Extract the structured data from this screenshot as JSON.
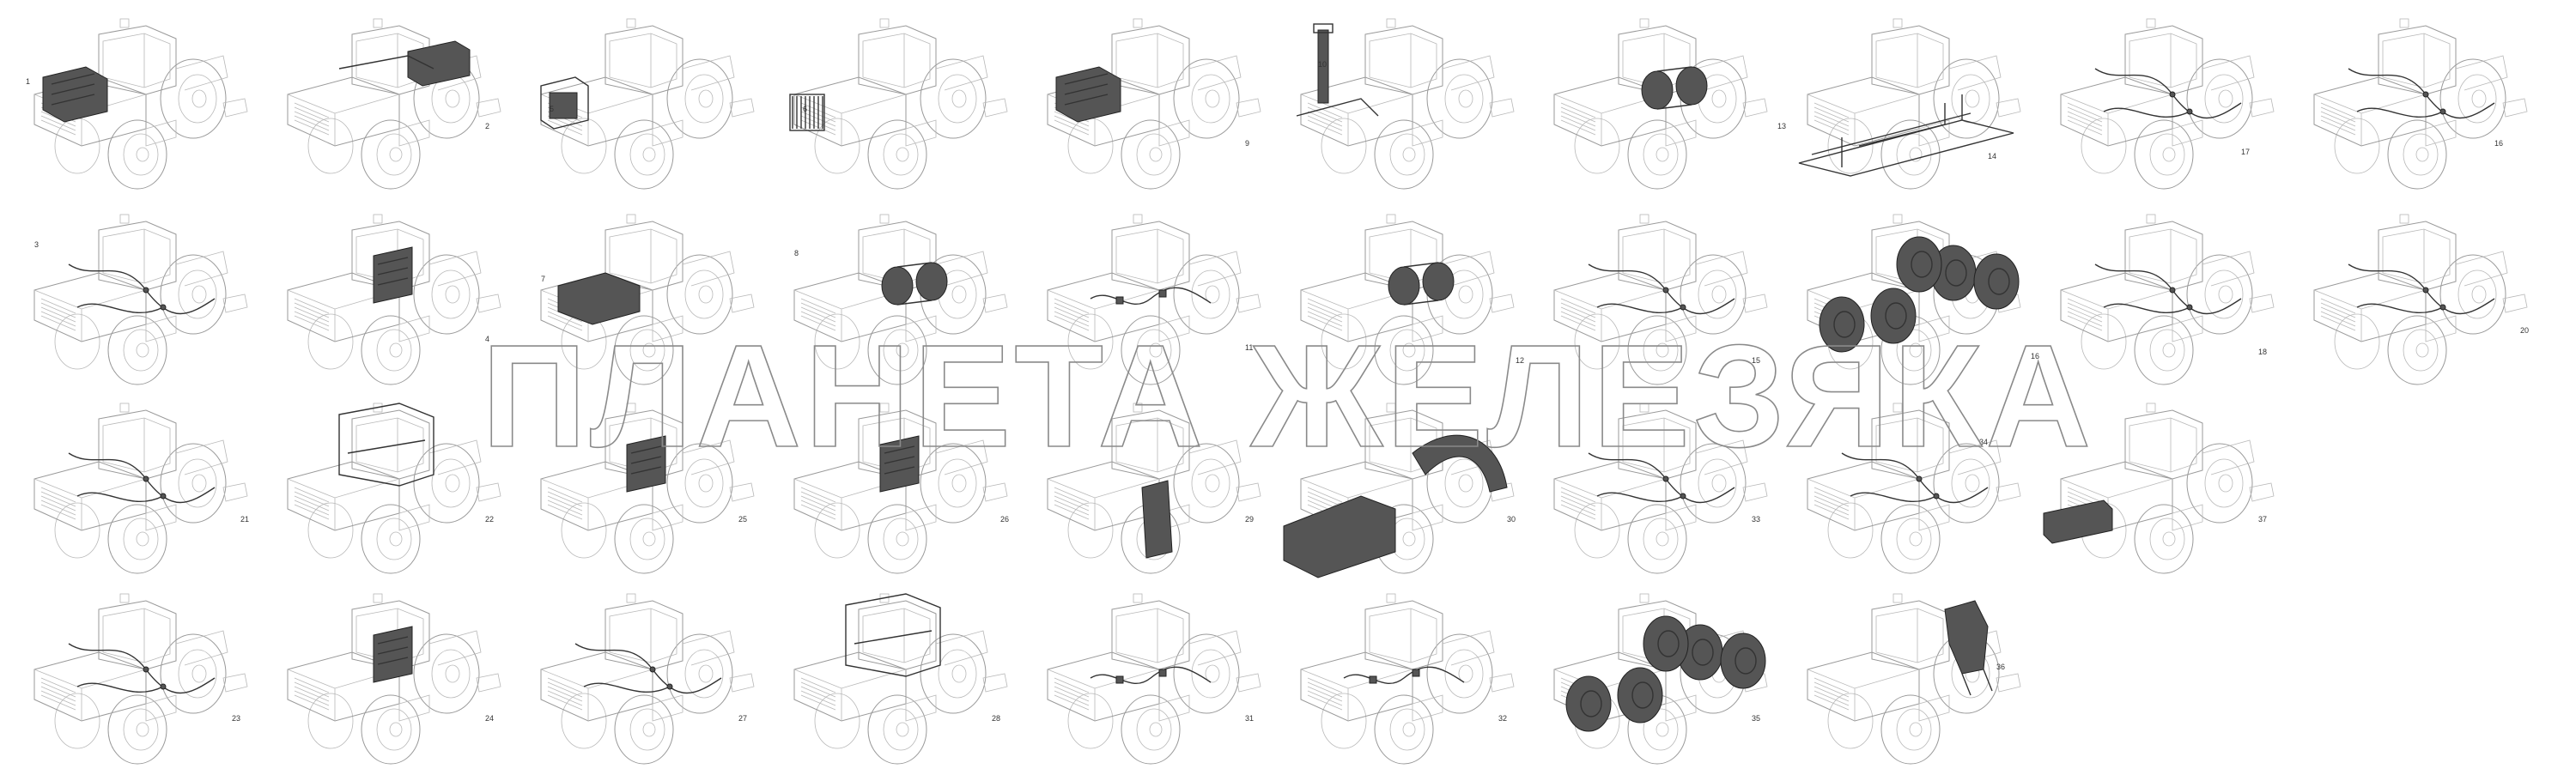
{
  "watermark": "ПЛАНЕТА ЖЕЛЕЗЯКА",
  "colors": {
    "line": "#9a9a9a",
    "highlight": "#333333",
    "watermark": "#8a8a8a"
  },
  "cells": [
    {
      "label": "1",
      "highlight": "engine"
    },
    {
      "label": "2",
      "highlight": "roof-box"
    },
    {
      "label": "5",
      "highlight": "radiator-frame"
    },
    {
      "label": "6",
      "highlight": "radiator-grille"
    },
    {
      "label": "9",
      "highlight": "engine"
    },
    {
      "label": "10",
      "highlight": "exhaust"
    },
    {
      "label": "13",
      "highlight": "drum"
    },
    {
      "label": "14",
      "highlight": "frame"
    },
    {
      "label": "17",
      "highlight": "wiring"
    },
    {
      "label": "16",
      "highlight": "wiring"
    },
    {
      "label": "3",
      "highlight": "wiring"
    },
    {
      "label": "4",
      "highlight": "panel"
    },
    {
      "label": "7",
      "highlight": "hood"
    },
    {
      "label": "8",
      "highlight": "drum"
    },
    {
      "label": "11",
      "highlight": "hoses"
    },
    {
      "label": "12",
      "highlight": "drum"
    },
    {
      "label": "15",
      "highlight": "wiring"
    },
    {
      "label": "16",
      "highlight": "wheels"
    },
    {
      "label": "18",
      "highlight": "wiring"
    },
    {
      "label": "20",
      "highlight": "wiring"
    },
    {
      "label": "21",
      "highlight": "wiring"
    },
    {
      "label": "22",
      "highlight": "cab"
    },
    {
      "label": "25",
      "highlight": "panel"
    },
    {
      "label": "26",
      "highlight": "panel"
    },
    {
      "label": "29",
      "highlight": "step"
    },
    {
      "label": "30",
      "highlight": "hood-fenders"
    },
    {
      "label": "33",
      "highlight": "wiring"
    },
    {
      "label": "34",
      "highlight": "wiring"
    },
    {
      "label": "37",
      "highlight": "box"
    },
    {
      "label": "23",
      "highlight": "wiring"
    },
    {
      "label": "24",
      "highlight": "panel"
    },
    {
      "label": "27",
      "highlight": "wiring"
    },
    {
      "label": "28",
      "highlight": "cab"
    },
    {
      "label": "31",
      "highlight": "hoses"
    },
    {
      "label": "32",
      "highlight": "hoses"
    },
    {
      "label": "35",
      "highlight": "wheels"
    },
    {
      "label": "36",
      "highlight": "hitch"
    }
  ]
}
